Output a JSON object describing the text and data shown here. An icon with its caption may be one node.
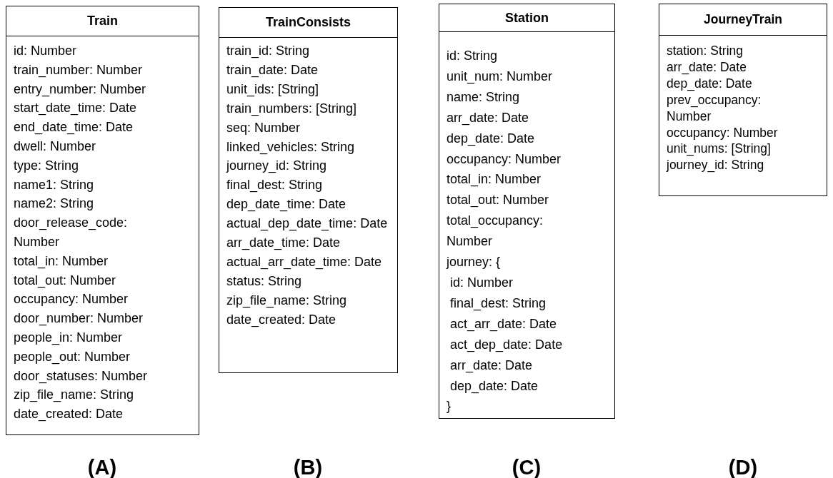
{
  "diagram": {
    "nodes": [
      {
        "text": [
          "Train",
          "id: Number",
          "train_number: Number",
          "entry_number: Number",
          "start_date_time: Date",
          "end_date_time: Date",
          "dwell: Number",
          "type: String",
          "name1: String",
          "name2: String",
          "door_release_code: Number",
          "total_in: Number",
          "total_out: Number",
          "occupancy: Number",
          "door_number: Number",
          "people_in: Number",
          "people_out: Number",
          "door_statuses: Number",
          "zip_file_name: String",
          "date_created: Date"
        ]
      },
      {
        "text": [
          "TrainConsists",
          "train_id: String",
          "train_date: Date",
          "unit_ids: [String]",
          "train_numbers: [String]",
          "seq: Number",
          "linked_vehicles: String",
          "journey_id: String",
          "final_dest: String",
          "dep_date_time: Date",
          "actual_dep_date_time: Date",
          "arr_date_time: Date",
          "actual_arr_date_time: Date",
          "status: String",
          "zip_file_name: String",
          "date_created: Date"
        ]
      },
      {
        "text": [
          "Station",
          "id: String",
          "unit_num: Number",
          "name: String",
          "arr_date: Date",
          "dep_date: Date",
          "occupancy: Number",
          "total_in: Number",
          "total_out: Number",
          "total_occupancy: Number",
          "journey: {",
          " id: Number",
          " final_dest: String",
          " act_arr_date: Date",
          " act_dep_date: Date",
          " arr_date: Date",
          " dep_date: Date",
          "}"
        ]
      },
      {
        "text": [
          "JourneyTrain",
          "station: String",
          "arr_date: Date",
          "dep_date: Date",
          "prev_occupancy: Number",
          "occupancy: Number",
          "unit_nums: [String]",
          "journey_id: String"
        ]
      }
    ],
    "edges": [],
    "labels": [
      "(A)",
      "(B)",
      "(C)",
      "(D)"
    ]
  }
}
